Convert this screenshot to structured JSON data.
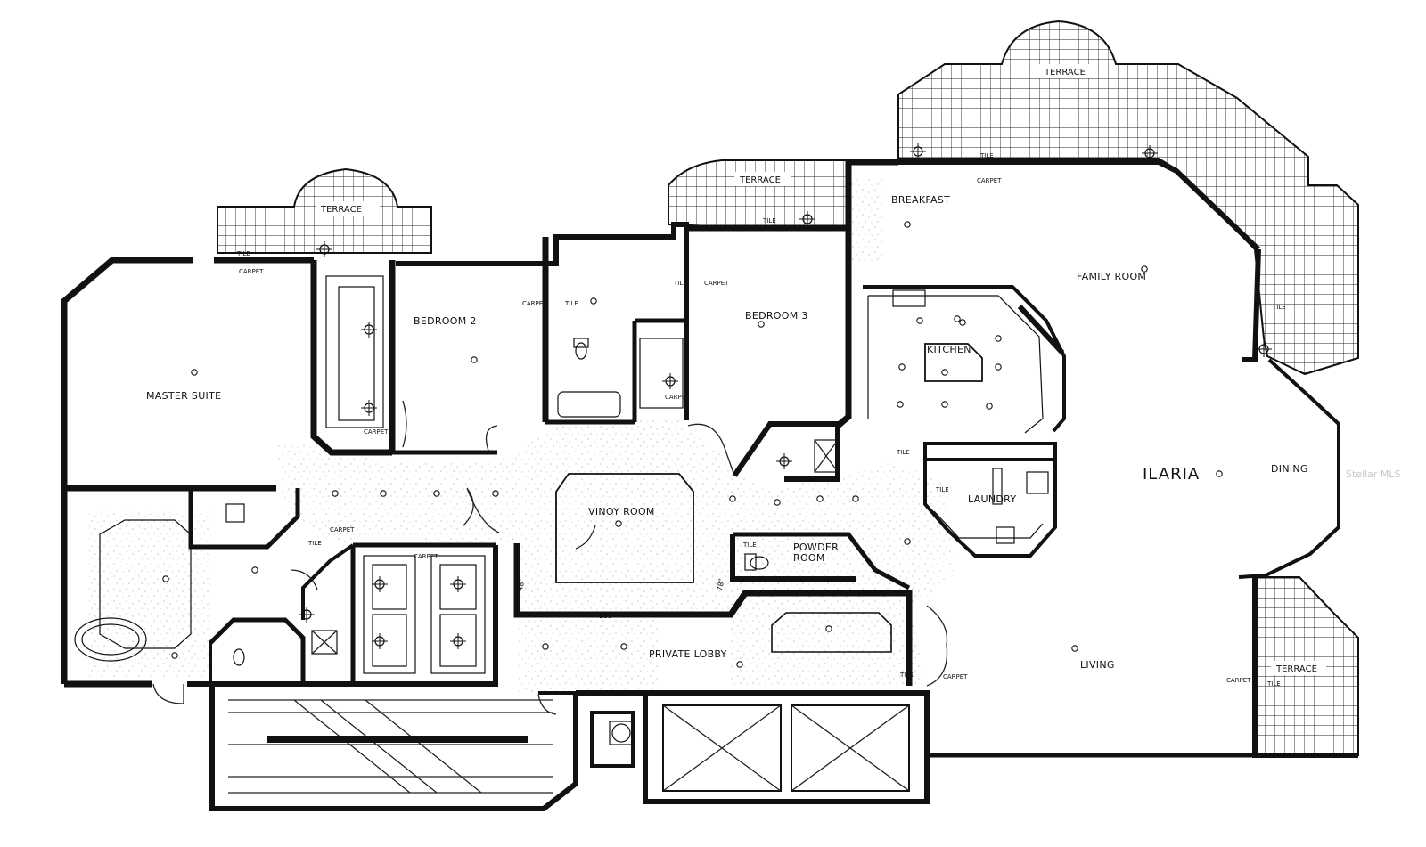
{
  "plan": {
    "title": "ILARIA",
    "watermark": "Stellar MLS",
    "rooms": {
      "master_suite": "MASTER SUITE",
      "bedroom_2": "BEDROOM 2",
      "bedroom_3": "BEDROOM 3",
      "breakfast": "BREAKFAST",
      "family_room": "FAMILY ROOM",
      "kitchen": "KITCHEN",
      "laundry": "LAUNDRY",
      "dining": "DINING",
      "living": "LIVING",
      "vinoy_room": "VINOY ROOM",
      "powder_room_1": "POWDER",
      "powder_room_2": "ROOM",
      "private_lobby": "PRIVATE LOBBY"
    },
    "terraces": {
      "master": "TERRACE",
      "bedroom3": "TERRACE",
      "family": "TERRACE",
      "living": "TERRACE"
    },
    "materials": {
      "tile": "TILE",
      "carpet": "CARPET"
    },
    "dimensions": {
      "d1": "193\"",
      "d2": "48\"",
      "d3": "78\""
    }
  }
}
